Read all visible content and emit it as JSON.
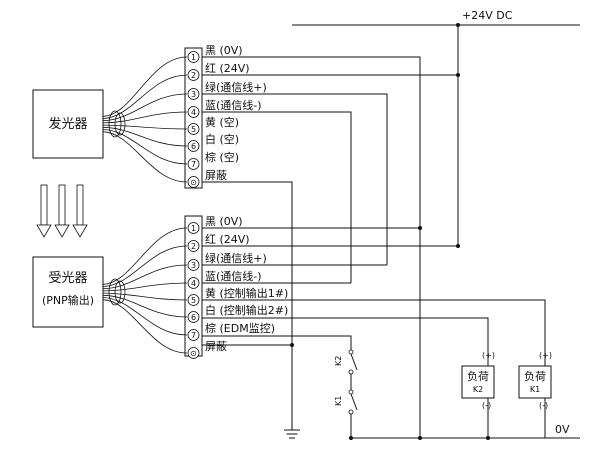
{
  "supply": {
    "positive": "+24V DC",
    "zero": "0V"
  },
  "emitter": {
    "title": "发光器",
    "terminals": [
      {
        "num": "1",
        "label": "黑 (0V)"
      },
      {
        "num": "2",
        "label": "红 (24V)"
      },
      {
        "num": "3",
        "label": "绿(通信线+)"
      },
      {
        "num": "4",
        "label": "蓝(通信线-)"
      },
      {
        "num": "5",
        "label": "黄 (空)"
      },
      {
        "num": "6",
        "label": "白 (空)"
      },
      {
        "num": "7",
        "label": "棕 (空)"
      },
      {
        "num": "⊙",
        "label": "屏蔽"
      }
    ]
  },
  "receiver": {
    "title": "受光器",
    "subtitle": "(PNP输出)",
    "terminals": [
      {
        "num": "1",
        "label": "黑 (0V)"
      },
      {
        "num": "2",
        "label": "红 (24V)"
      },
      {
        "num": "3",
        "label": "绿(通信线+)"
      },
      {
        "num": "4",
        "label": "蓝(通信线-)"
      },
      {
        "num": "5",
        "label": "黄 (控制输出1#)"
      },
      {
        "num": "6",
        "label": "白 (控制输出2#)"
      },
      {
        "num": "7",
        "label": "棕 (EDM监控)"
      },
      {
        "num": "⊙",
        "label": "屏蔽"
      }
    ]
  },
  "loads": [
    {
      "title": "负荷",
      "id": "K2",
      "plus": "(+)",
      "minus": "(-)"
    },
    {
      "title": "负荷",
      "id": "K1",
      "plus": "(+)",
      "minus": "(-)"
    }
  ],
  "contacts": [
    "K2",
    "K1"
  ]
}
